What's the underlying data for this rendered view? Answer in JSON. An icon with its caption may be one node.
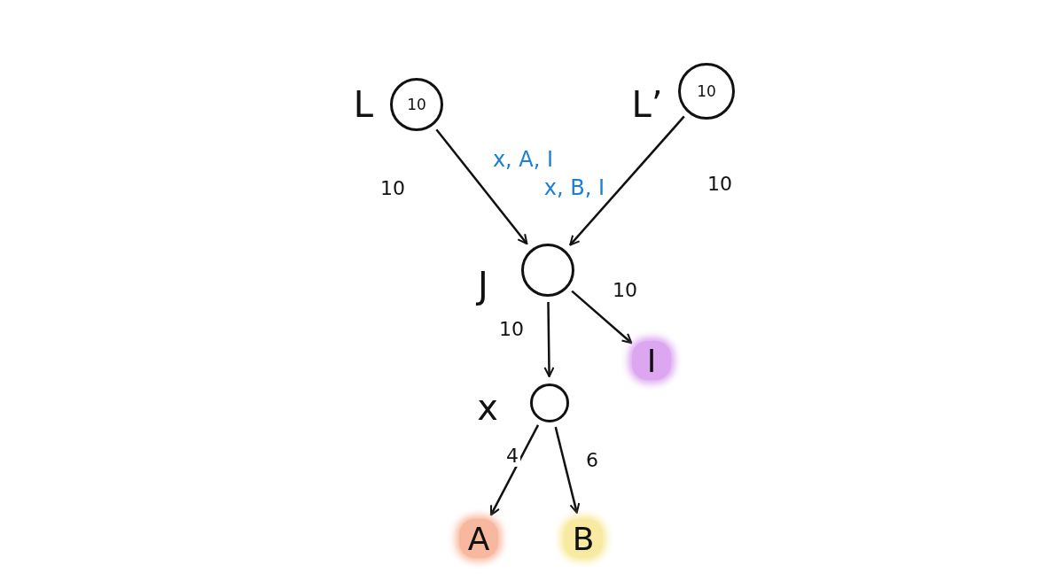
{
  "diagram": {
    "nodes": [
      {
        "text": [
          "10"
        ],
        "beside": [
          "L"
        ]
      },
      {
        "text": [
          "10"
        ],
        "beside": [
          "L’"
        ]
      },
      {
        "text": [],
        "shape": "circle",
        "beside": [
          "J"
        ]
      },
      {
        "text": [],
        "shape": "circle",
        "beside": [
          "x"
        ]
      },
      {
        "text": [
          "I"
        ]
      },
      {
        "text": [
          "A"
        ]
      },
      {
        "text": [
          "B"
        ]
      }
    ],
    "edges": [
      {
        "from": 0,
        "to": 2,
        "arrow": "to",
        "label": "10"
      },
      {
        "from": 1,
        "to": 2,
        "arrow": "to",
        "label": "10"
      },
      {
        "from": 2,
        "to": 3,
        "arrow": "to",
        "label": "10"
      },
      {
        "from": 2,
        "to": 4,
        "arrow": "to",
        "label": "10"
      },
      {
        "from": 3,
        "to": 5,
        "arrow": "to",
        "label": "4"
      },
      {
        "from": 3,
        "to": 6,
        "arrow": "to",
        "label": "6"
      }
    ],
    "labels": [
      "x, A, I",
      "x, B, I"
    ]
  }
}
